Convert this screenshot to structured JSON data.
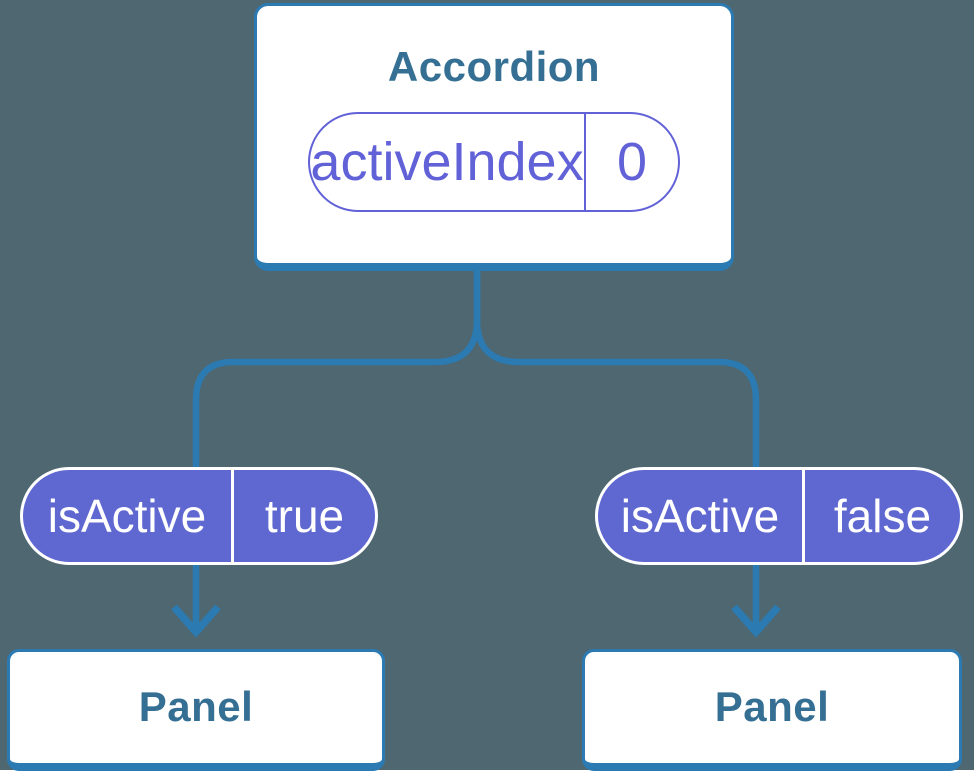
{
  "colors": {
    "background": "#4e6771",
    "connector_blue": "#2b7ab2",
    "heading_blue": "#356f93",
    "pill_fill_purple": "#5f67d1",
    "pill_outline_purple": "#6262d8",
    "card_white": "#ffffff"
  },
  "accordion_card": {
    "title": "Accordion",
    "state_pill": {
      "label": "activeIndex",
      "value": "0"
    }
  },
  "prop_pills": {
    "left": {
      "label": "isActive",
      "value": "true"
    },
    "right": {
      "label": "isActive",
      "value": "false"
    }
  },
  "panels": {
    "left": {
      "title": "Panel"
    },
    "right": {
      "title": "Panel"
    }
  }
}
